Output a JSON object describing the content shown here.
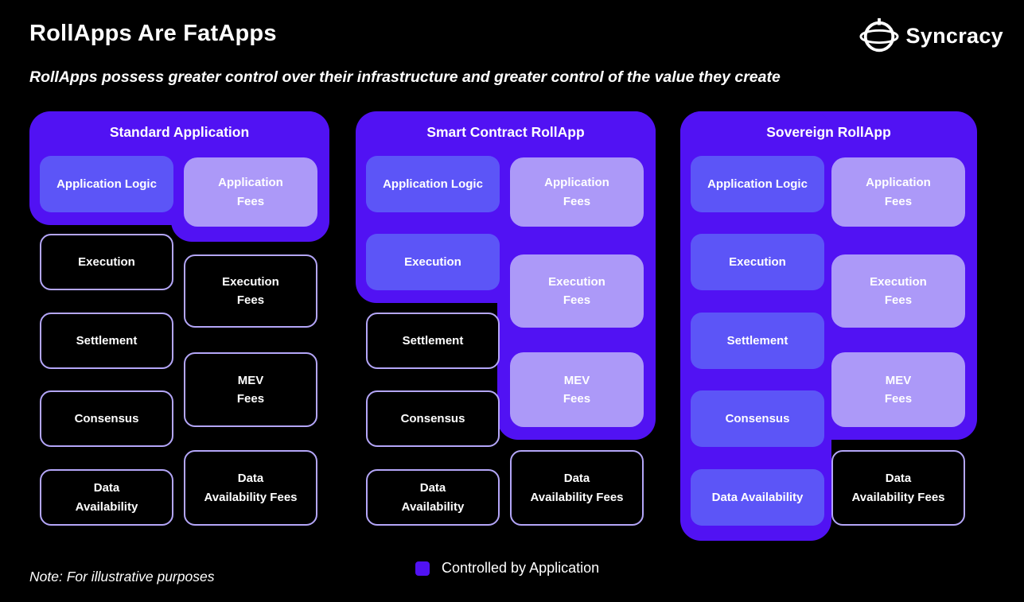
{
  "header": {
    "title": "RollApps Are FatApps",
    "subtitle": "RollApps possess greater control over their infrastructure and greater control of the value they create",
    "brand": "Syncracy"
  },
  "footer": {
    "note": "Note: For illustrative purposes",
    "legend": {
      "label": "Controlled by Application",
      "swatch_color": "#5112F3"
    }
  },
  "colors": {
    "background": "#000000",
    "container_purple": "#5112F3",
    "controlled_box": "#5C55F7",
    "controlled_fees_box": "#AC99F8",
    "outlined_box_border": "#B4A6F8",
    "text": "#FFFFFF"
  },
  "icons": {
    "brand_logo": "syncracy-orbit-icon"
  },
  "panels": [
    {
      "title": "Standard Application",
      "left": [
        {
          "label": "Application Logic",
          "controlled": true
        },
        {
          "label": "Execution",
          "controlled": false
        },
        {
          "label": "Settlement",
          "controlled": false
        },
        {
          "label": "Consensus",
          "controlled": false
        },
        {
          "label": "Data\nAvailability",
          "controlled": false
        }
      ],
      "right": [
        {
          "label": "Application\nFees",
          "controlled": true
        },
        {
          "label": "Execution\nFees",
          "controlled": false
        },
        {
          "label": "MEV\nFees",
          "controlled": false
        },
        {
          "label": "Data\nAvailability Fees",
          "controlled": false
        }
      ]
    },
    {
      "title": "Smart Contract RollApp",
      "left": [
        {
          "label": "Application Logic",
          "controlled": true
        },
        {
          "label": "Execution",
          "controlled": true
        },
        {
          "label": "Settlement",
          "controlled": false
        },
        {
          "label": "Consensus",
          "controlled": false
        },
        {
          "label": "Data\nAvailability",
          "controlled": false
        }
      ],
      "right": [
        {
          "label": "Application\nFees",
          "controlled": true
        },
        {
          "label": "Execution\nFees",
          "controlled": true
        },
        {
          "label": "MEV\nFees",
          "controlled": true
        },
        {
          "label": "Data\nAvailability Fees",
          "controlled": false
        }
      ]
    },
    {
      "title": "Sovereign RollApp",
      "left": [
        {
          "label": "Application Logic",
          "controlled": true
        },
        {
          "label": "Execution",
          "controlled": true
        },
        {
          "label": "Settlement",
          "controlled": true
        },
        {
          "label": "Consensus",
          "controlled": true
        },
        {
          "label": "Data Availability",
          "controlled": true
        }
      ],
      "right": [
        {
          "label": "Application\nFees",
          "controlled": true
        },
        {
          "label": "Execution\nFees",
          "controlled": true
        },
        {
          "label": "MEV\nFees",
          "controlled": true
        },
        {
          "label": "Data\nAvailability Fees",
          "controlled": false
        }
      ]
    }
  ]
}
